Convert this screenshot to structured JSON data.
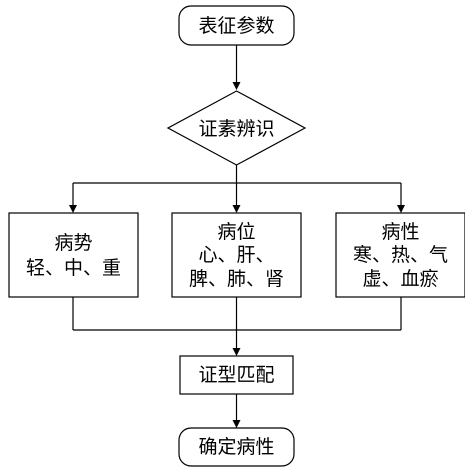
{
  "nodes": {
    "start": {
      "text": "表征参数"
    },
    "decision": {
      "text": "证素辨识"
    },
    "severity": {
      "line1": "病势",
      "line2": "轻、中、重"
    },
    "location": {
      "line1": "病位",
      "line2": "心、肝、",
      "line3": "脾、肺、肾"
    },
    "nature": {
      "line1": "病性",
      "line2": "寒、热、气",
      "line3": "虚、血瘀"
    },
    "match": {
      "text": "证型匹配"
    },
    "end": {
      "text": "确定病性"
    }
  },
  "colors": {
    "stroke": "#000000",
    "fill": "#ffffff",
    "text": "#000000"
  }
}
